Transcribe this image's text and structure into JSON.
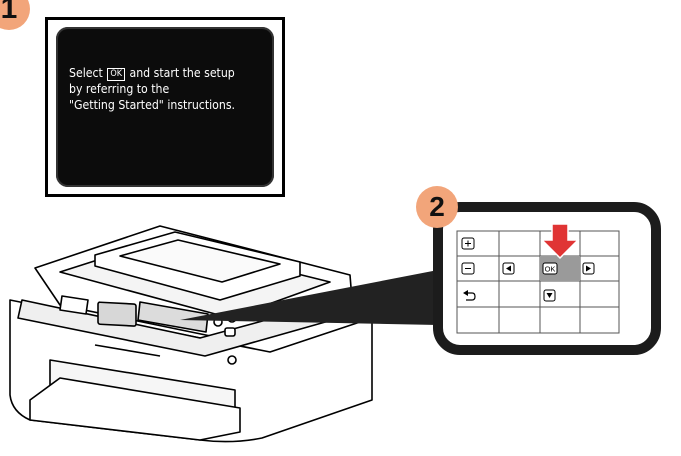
{
  "steps": {
    "step1": "1",
    "step2": "2"
  },
  "lcd": {
    "line1_before": "Select",
    "ok_key": "OK",
    "line1_after": "and start the setup",
    "line2": "by referring to the",
    "line3": "\"Getting Started\" instructions."
  },
  "panel": {
    "ok_key": "OK"
  },
  "colors": {
    "badge": "#f2a57a",
    "arrow": "#e03434",
    "ok_highlight": "#9a9a9a"
  }
}
